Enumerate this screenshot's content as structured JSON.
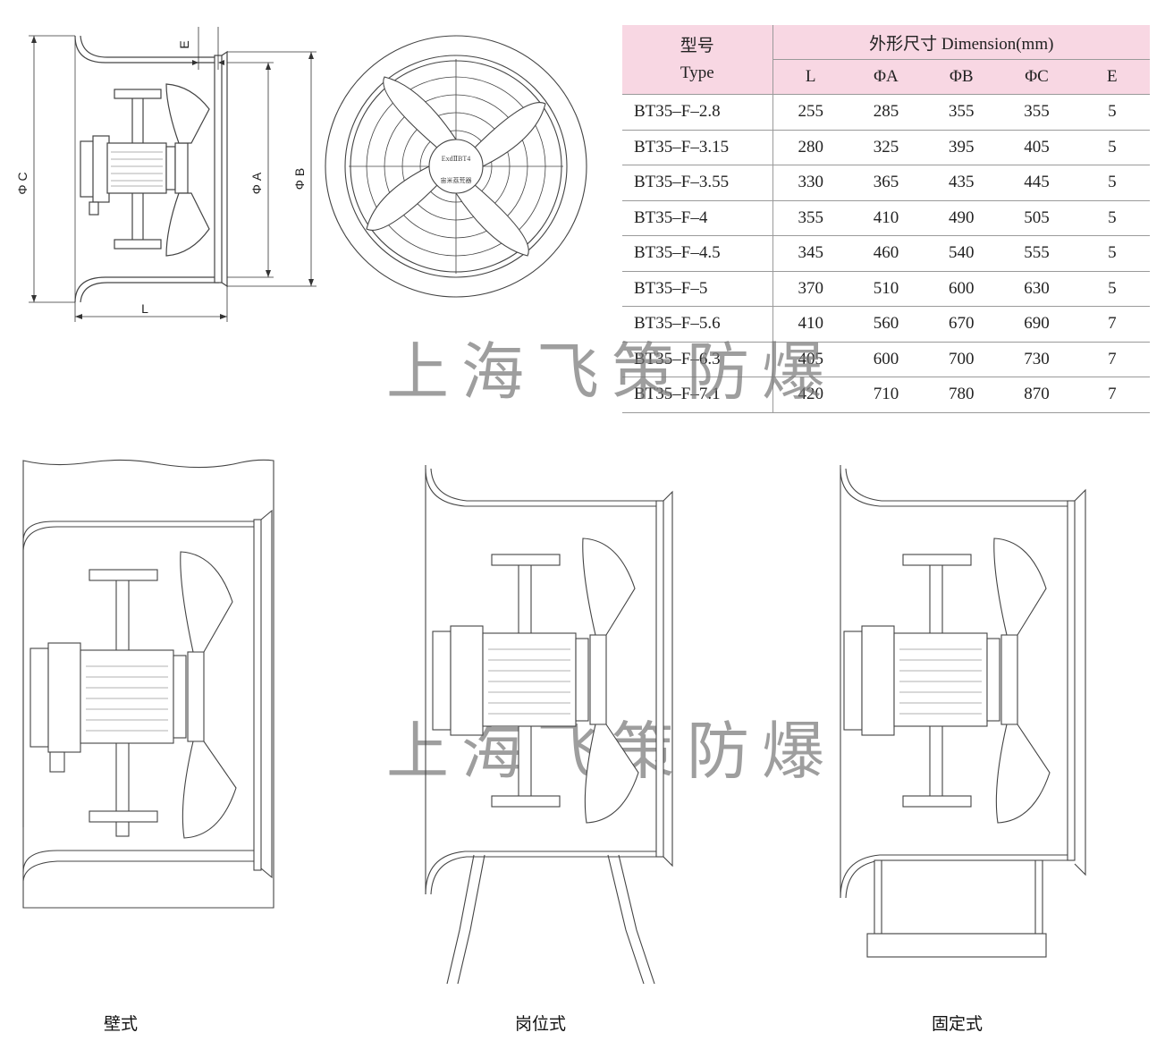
{
  "dimension_labels": {
    "E": "E",
    "phiC": "Φ C",
    "phiA": "Φ A",
    "phiB": "Φ B",
    "L": "L"
  },
  "motor_marking": {
    "line1": "ExdⅡBT4",
    "line2": "宙米荔荒器"
  },
  "table": {
    "type_header": {
      "cn": "型号",
      "en": "Type"
    },
    "dim_header": "外形尺寸 Dimension(mm)",
    "columns": [
      "L",
      "ΦA",
      "ΦB",
      "ΦC",
      "E"
    ],
    "rows": [
      {
        "model": "BT35–F–2.8",
        "values": [
          "255",
          "285",
          "355",
          "355",
          "5"
        ]
      },
      {
        "model": "BT35–F–3.15",
        "values": [
          "280",
          "325",
          "395",
          "405",
          "5"
        ]
      },
      {
        "model": "BT35–F–3.55",
        "values": [
          "330",
          "365",
          "435",
          "445",
          "5"
        ]
      },
      {
        "model": "BT35–F–4",
        "values": [
          "355",
          "410",
          "490",
          "505",
          "5"
        ]
      },
      {
        "model": "BT35–F–4.5",
        "values": [
          "345",
          "460",
          "540",
          "555",
          "5"
        ]
      },
      {
        "model": "BT35–F–5",
        "values": [
          "370",
          "510",
          "600",
          "630",
          "5"
        ]
      },
      {
        "model": "BT35–F–5.6",
        "values": [
          "410",
          "560",
          "670",
          "690",
          "7"
        ]
      },
      {
        "model": "BT35–F–6.3",
        "values": [
          "405",
          "600",
          "700",
          "730",
          "7"
        ]
      },
      {
        "model": "BT35–F–7.1",
        "values": [
          "420",
          "710",
          "780",
          "870",
          "7"
        ]
      }
    ]
  },
  "watermark": "上海飞策防爆",
  "captions": {
    "wall": "壁式",
    "post": "岗位式",
    "fixed": "固定式"
  }
}
